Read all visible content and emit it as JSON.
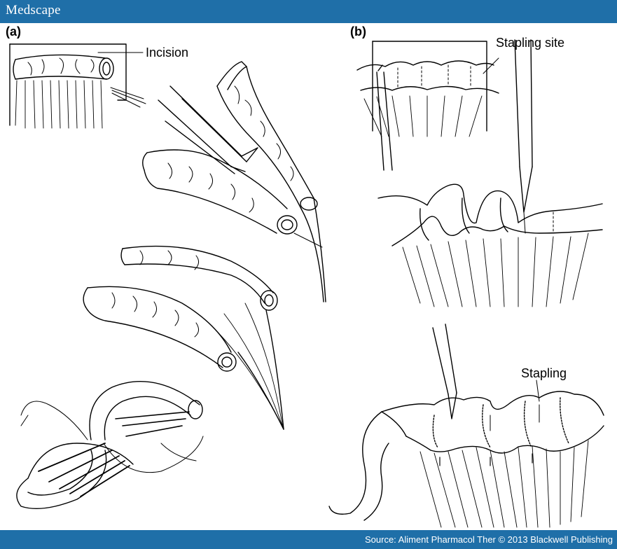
{
  "header": {
    "brand": "Medscape"
  },
  "footer": {
    "source": "Source: Aliment Pharmacol Ther © 2013 Blackwell Publishing"
  },
  "panels": {
    "a": {
      "label": "(a)",
      "callout": "Incision"
    },
    "b": {
      "label": "(b)",
      "callout_top": "Stapling site",
      "callout_bottom": "Stapling"
    }
  },
  "colors": {
    "brand_bar": "#1f6fa8",
    "line": "#000000"
  }
}
